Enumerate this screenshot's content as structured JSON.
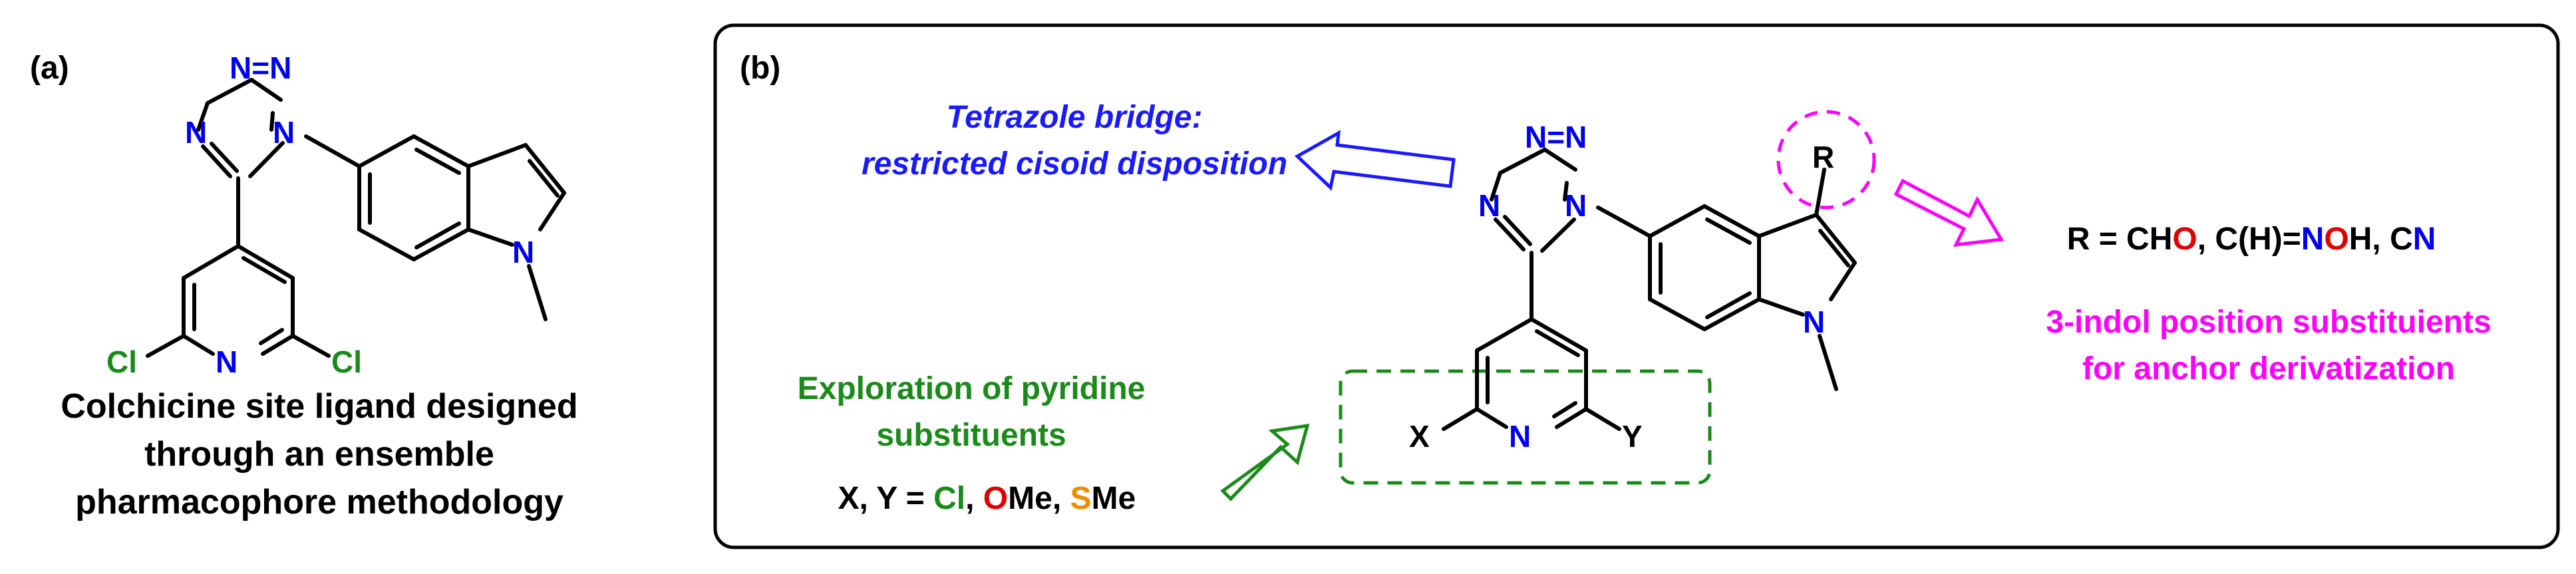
{
  "panel_a": {
    "label": "(a)",
    "caption_lines": [
      "Colchicine site ligand designed",
      "through an ensemble",
      "pharmacophore methodology"
    ],
    "atoms": {
      "n": "N",
      "cl": "Cl"
    }
  },
  "panel_b": {
    "label": "(b)",
    "tetrazole_note": [
      "Tetrazole bridge:",
      "restricted cisoid disposition"
    ],
    "pyridine_note": [
      "Exploration of pyridine",
      "substituents"
    ],
    "xy_formula": [
      {
        "text": "X, Y = ",
        "color": "#000000"
      },
      {
        "text": "Cl",
        "color": "#1a8a1a"
      },
      {
        "text": ", ",
        "color": "#000000"
      },
      {
        "text": "O",
        "color": "#e00000"
      },
      {
        "text": "Me, ",
        "color": "#000000"
      },
      {
        "text": "S",
        "color": "#f08c00"
      },
      {
        "text": "Me",
        "color": "#000000"
      }
    ],
    "r_formula": [
      {
        "text": "R = CH",
        "color": "#000000"
      },
      {
        "text": "O",
        "color": "#e00000"
      },
      {
        "text": ", C(H)=",
        "color": "#000000"
      },
      {
        "text": "N",
        "color": "#0000ee"
      },
      {
        "text": "O",
        "color": "#e00000"
      },
      {
        "text": "H, C",
        "color": "#000000"
      },
      {
        "text": "N",
        "color": "#0000ee"
      }
    ],
    "indole_note": [
      "3-indol position substituients",
      "for anchor derivatization"
    ],
    "atoms": {
      "n": "N",
      "x": "X",
      "y": "Y",
      "r": "R"
    }
  },
  "colors": {
    "nitrogen": "#0000ee",
    "chlorine": "#1a8a1a",
    "oxygen": "#e00000",
    "sulfur": "#f08c00",
    "tetrazole_note": "#1a1aff",
    "pyridine_note": "#1a8a1a",
    "indole_note": "#ff00ff"
  }
}
